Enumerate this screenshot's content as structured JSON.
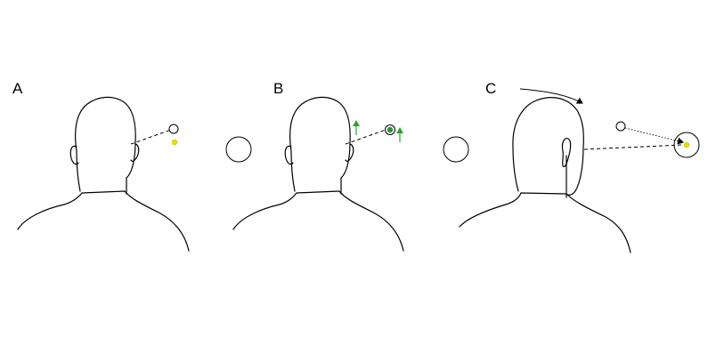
{
  "panels": [
    {
      "label": "A"
    },
    {
      "label": "B"
    },
    {
      "label": "C"
    }
  ],
  "colors": {
    "line": "#000000",
    "target_yellow": "#e8e000",
    "arrow_green": "#2aa52a",
    "target_green": "#2f8f3a"
  }
}
